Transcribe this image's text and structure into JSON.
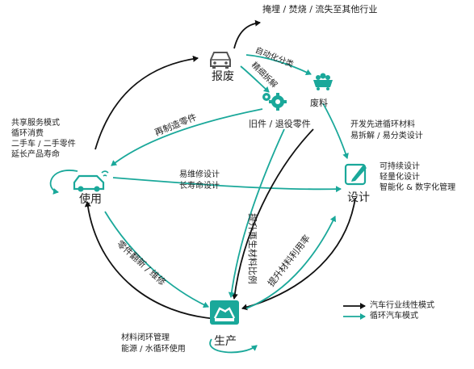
{
  "nodes": {
    "scrap": "报废",
    "use": "使用",
    "design": "设计",
    "production": "生产",
    "waste": "废料",
    "used_parts": "旧件 / 退役零件"
  },
  "arrows": {
    "landfill": "掩埋 / 焚烧 / 流失至其他行业",
    "auto_sort": "自动化分类",
    "fine_disassembly": "精细拆解",
    "remanufacture": "再制造零件",
    "maintainable": "易维修设计",
    "long_life": "长寿命设计",
    "develop_materials": "开发先进循环材料",
    "easy_sort": "易拆解 / 易分类设计",
    "refurbish": "零件翻新 / 维修",
    "recycled_ratio": "提升再生材料比例",
    "material_util": "提升材料利用率"
  },
  "use_notes": [
    "共享服务模式",
    "循环消费",
    "二手车 / 二手零件",
    "延长产品寿命"
  ],
  "design_notes": [
    "可持续设计",
    "轻量化设计",
    "智能化 & 数字化管理"
  ],
  "production_notes": [
    "材料闭环管理",
    "能源 / 水循环使用"
  ],
  "legend": {
    "linear": "汽车行业线性模式",
    "circular": "循环汽车模式"
  },
  "colors": {
    "teal": "#1aa89a",
    "black": "#111111"
  },
  "icons": [
    "car-icon",
    "gear-icon",
    "minecart-icon",
    "design-icon",
    "robot-arm-icon",
    "connected-car-icon"
  ]
}
